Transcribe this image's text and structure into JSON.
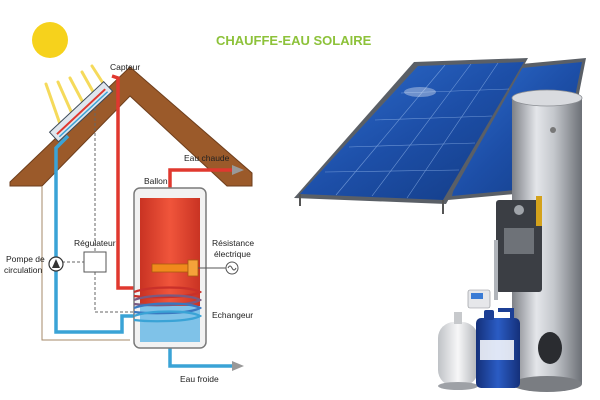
{
  "title": "CHAUFFE-EAU SOLAIRE",
  "labels": {
    "collector": "Capteur",
    "hot_water": "Eau chaude",
    "tank": "Ballon",
    "regulator": "Régulateur",
    "pump_line1": "Pompe de",
    "pump_line2": "circulation",
    "heater_line1": "Résistance",
    "heater_line2": "électrique",
    "exchanger": "Echangeur",
    "cold_water": "Eau froide"
  },
  "colors": {
    "title": "#8dc23a",
    "roof": "#9b5a2a",
    "hot_pipe": "#e0382f",
    "cold_pipe": "#3aa3d6",
    "sun": "#f6d21c",
    "panel": "#1d4fa8",
    "tank_hot": "#e8452c",
    "tank_cold": "#7fc2e8",
    "resistance": "#f08a1c"
  },
  "icons": [
    "sun-icon",
    "pump-icon",
    "regulator-icon",
    "electric-plug-icon"
  ]
}
